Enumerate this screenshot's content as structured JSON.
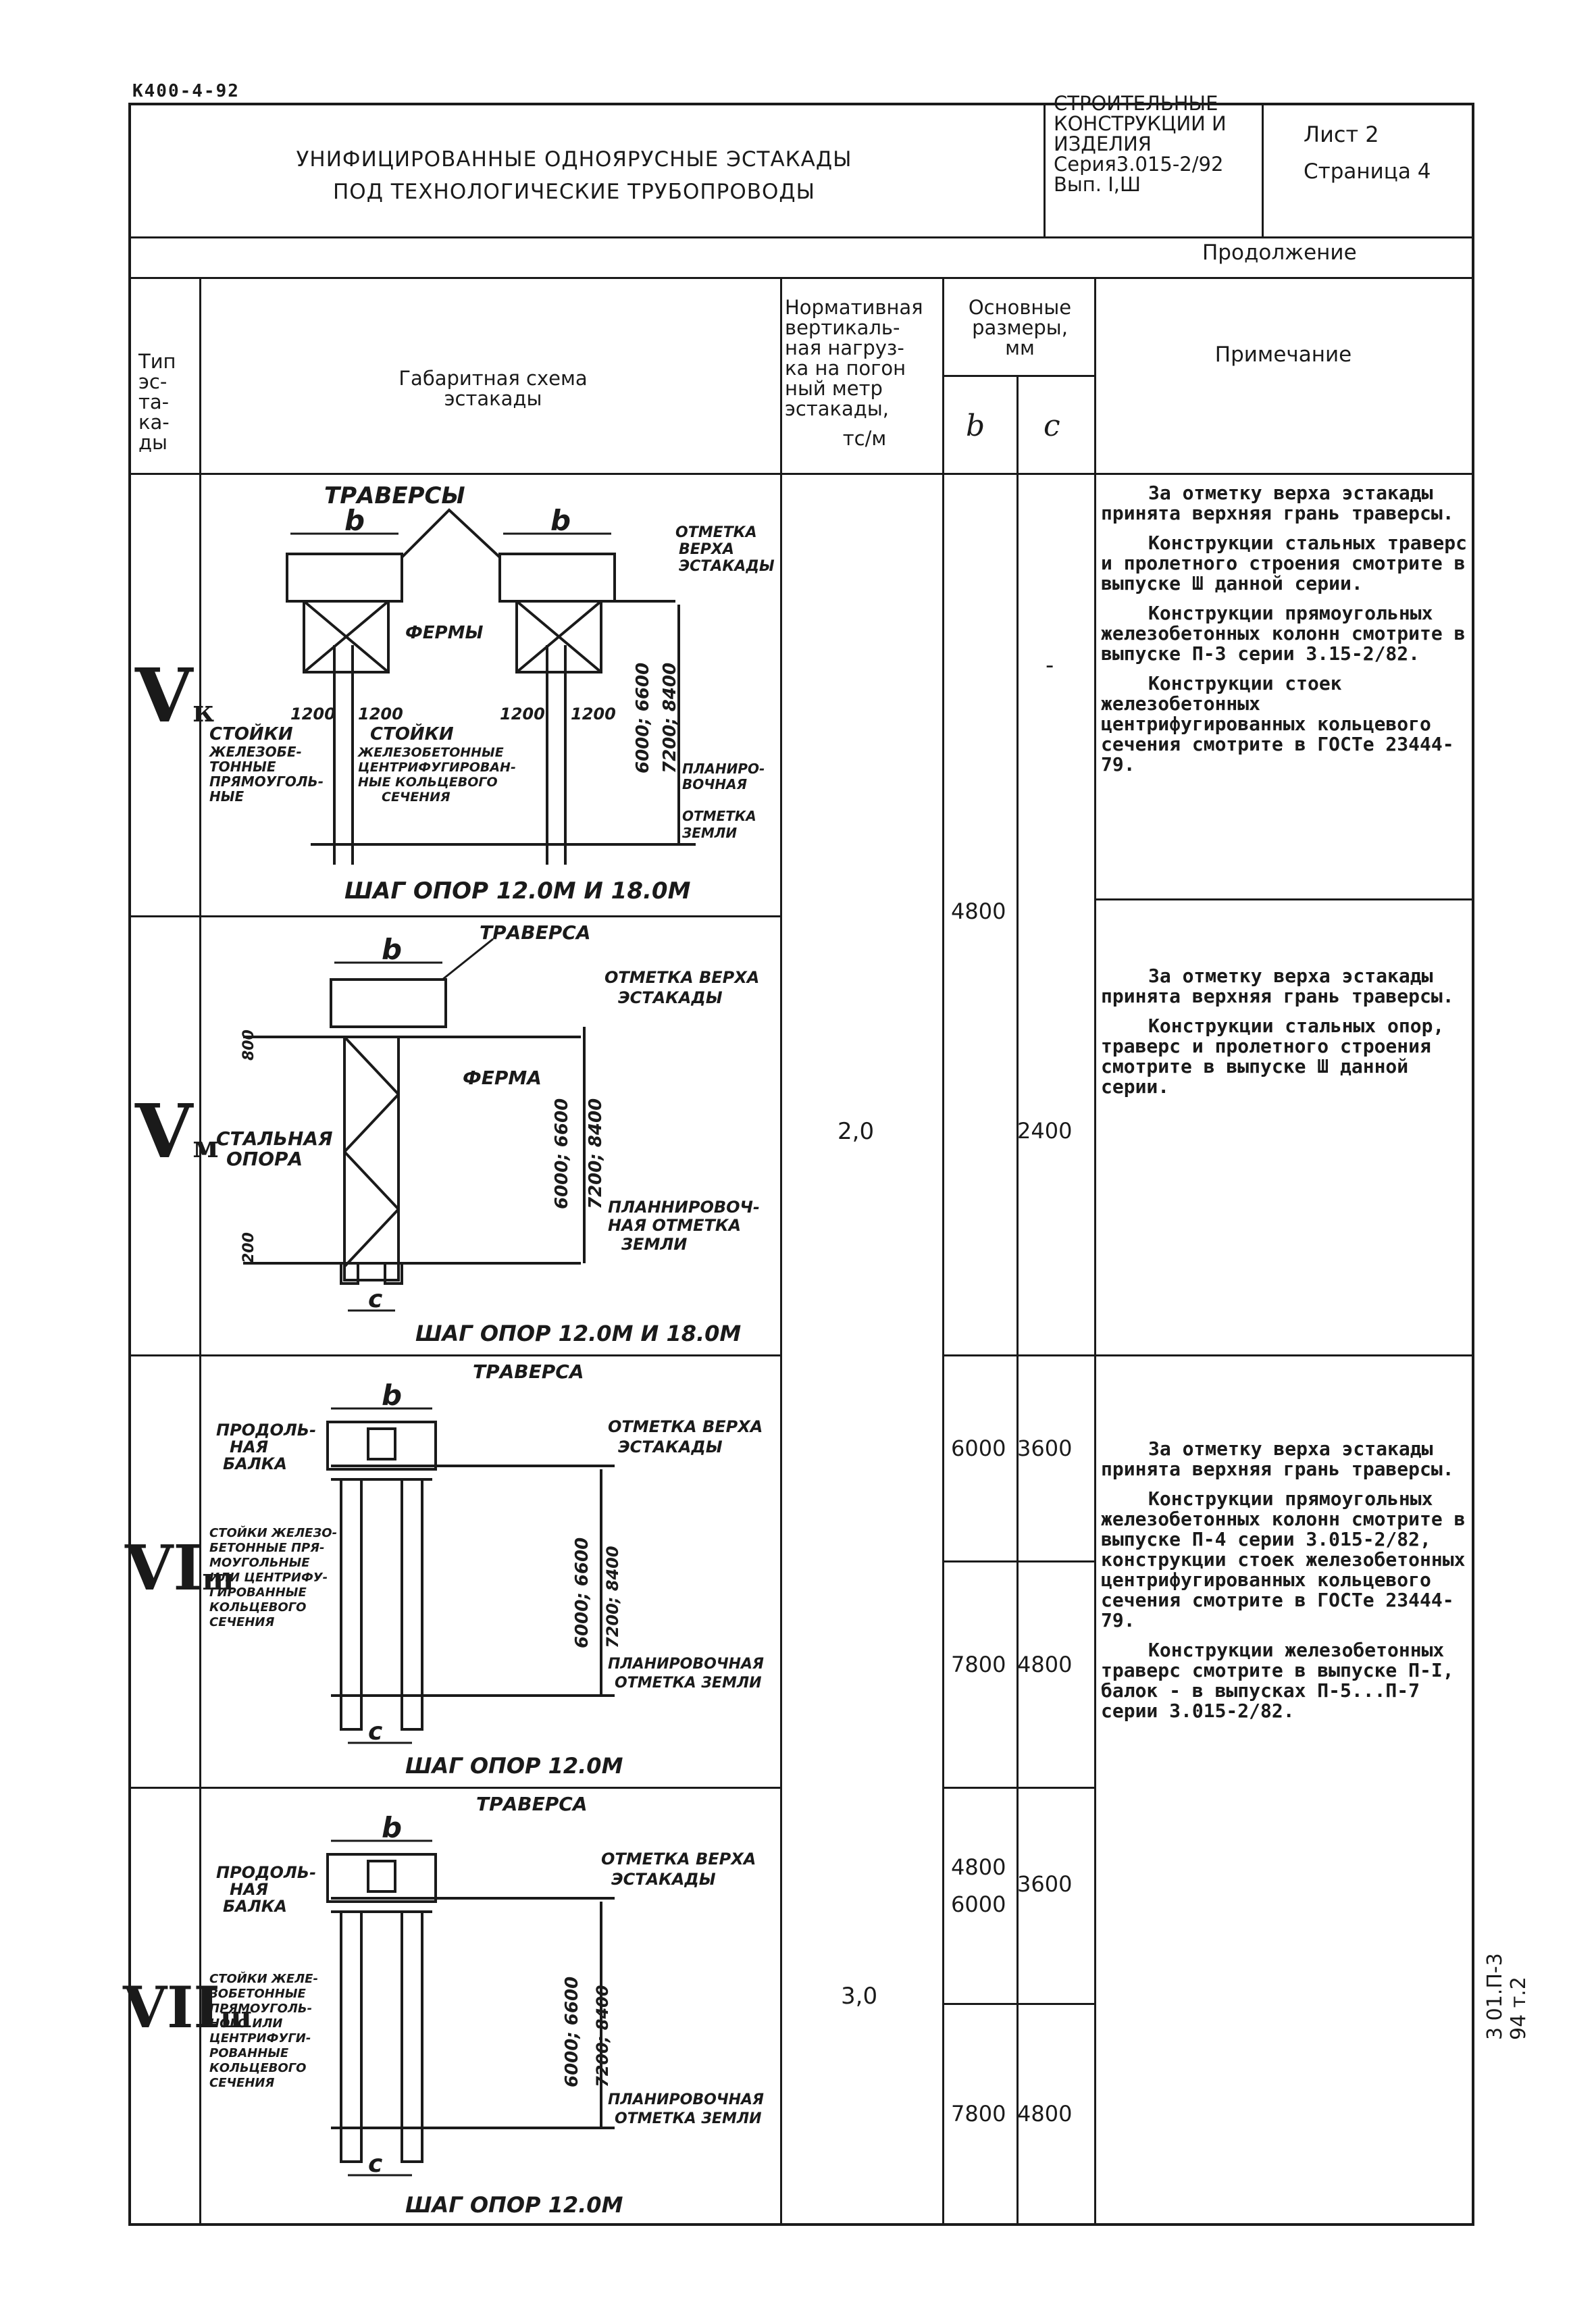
{
  "doc_code": "K400-4-92",
  "header": {
    "title_line1": "УНИФИЦИРОВАННЫЕ ОДНОЯРУСНЫЕ ЭСТАКАДЫ",
    "title_line2": "ПОД ТЕХНОЛОГИЧЕСКИЕ ТРУБОПРОВОДЫ",
    "series_lines": [
      "СТРОИТЕЛЬНЫЕ",
      "КОНСТРУКЦИИ И",
      "ИЗДЕЛИЯ",
      "Серия3.015-2/92",
      "Вып. I,Ш"
    ],
    "sheet": "Лист 2",
    "page": "Страница 4",
    "continuation": "Продолжение"
  },
  "columns": {
    "type": [
      "Тип",
      "эс-",
      "та-",
      "ка-",
      "ды"
    ],
    "scheme": [
      "Габаритная схема",
      "эстакады"
    ],
    "load": [
      "Нормативная",
      "вертикаль-",
      "ная нагруз-",
      "ка на погон",
      "ный метр",
      "эстакады,"
    ],
    "load_unit": "тс/м",
    "dims": [
      "Основные",
      "размеры,",
      "мм"
    ],
    "dim_b": "b",
    "dim_c": "c",
    "note": "Примечание"
  },
  "rows": [
    {
      "type": "V",
      "type_sub": "к",
      "c": "-",
      "notes": [
        "За отметку верха эстакады принята верхняя грань траверсы.",
        "Конструкции стальных траверс и пролетного строения смотрите в выпуске Ш данной серии.",
        "Конструкции прямоугольных железобетонных колонн смотрите в выпуске П-3 серии 3.15-2/82.",
        "Конструкции стоек железобетонных центрифугированных кольцевого сечения смотрите в ГОСТе 23444-79."
      ],
      "diagram": {
        "traverse": "ТРАВЕРСЫ",
        "mark_top": [
          "ОТМЕТКА",
          "ВЕРХА",
          "ЭСТАКАДЫ"
        ],
        "truss": "ФЕРМЫ",
        "posts_left": [
          "СТОЙКИ",
          "ЖЕЛЕЗОБЕ-",
          "ТОННЫЕ",
          "ПРЯМОУГОЛЬ-",
          "НЫЕ"
        ],
        "posts_mid": [
          "СТОЙКИ",
          "ЖЕЛЕЗОБЕТОННЫЕ",
          "ЦЕНТРИФУГИРОВАН-",
          "НЫЕ КОЛЬЦЕВОГО",
          "СЕЧЕНИЯ"
        ],
        "ground": [
          "ПЛАНИРО-",
          "ВОЧНАЯ",
          "ОТМЕТКА",
          "ЗЕМЛИ"
        ],
        "dim_1200": "1200",
        "heights": "6000; 6600",
        "heights2": "7200; 8400",
        "step": "ШАГ ОПОР 12.0М И 18.0М",
        "b": "b"
      }
    },
    {
      "type": "V",
      "type_sub": "м",
      "load": "2,0",
      "c": "2400",
      "notes": [
        "За отметку верха эстакады принята верхняя грань траверсы.",
        "Конструкции стальных опор, траверс и пролетного строения смотрите в выпуске Ш данной серии."
      ],
      "diagram": {
        "traverse": "ТРАВЕРСА",
        "mark_top": [
          "ОТМЕТКА ВЕРХА",
          "ЭСТАКАДЫ"
        ],
        "truss": "ФЕРМА",
        "support": [
          "СТАЛЬНАЯ",
          "ОПОРА"
        ],
        "ground": [
          "ПЛАННИРОВОЧ-",
          "НАЯ ОТМЕТКА",
          "ЗЕМЛИ"
        ],
        "dim_800": "800",
        "dim_200": "200",
        "heights": "6000; 6600",
        "heights2": "7200; 8400",
        "step": "ШАГ ОПОР 12.0М И 18.0М",
        "b": "b",
        "c": "c"
      }
    },
    {
      "type": "VI",
      "type_sub": "ш",
      "b1": "6000",
      "c1": "3600",
      "b2": "7800",
      "c2": "4800",
      "notes": [
        "За отметку верха эстакады принята верхняя грань траверсы.",
        "Конструкции прямоугольных железобетонных колонн смотрите в выпуске П-4 серии 3.015-2/82, конструкции стоек железобетонных центрифугированных кольцевого сечения смотрите в ГОСТе 23444-79.",
        "Конструкции железобетонных траверс смотрите в выпуске П-I, балок - в выпусках П-5...П-7 серии 3.015-2/82."
      ],
      "diagram": {
        "traverse": "ТРАВЕРСА",
        "beam": [
          "ПРОДОЛЬ-",
          "НАЯ",
          "БАЛКА"
        ],
        "mark_top": [
          "ОТМЕТКА ВЕРХА",
          "ЭСТАКАДЫ"
        ],
        "posts": [
          "СТОЙКИ ЖЕЛЕЗО-",
          "БЕТОННЫЕ ПРЯ-",
          "МОУГОЛЬНЫЕ",
          "ИЛИ ЦЕНТРИФУ-",
          "ГИРОВАННЫЕ",
          "КОЛЬЦЕВОГО",
          "СЕЧЕНИЯ"
        ],
        "ground": [
          "ПЛАНИРОВОЧНАЯ",
          "ОТМЕТКА ЗЕМЛИ"
        ],
        "heights": "6000; 6600",
        "heights2": "7200; 8400",
        "step": "ШАГ ОПОР 12.0М",
        "b": "b",
        "c": "c"
      }
    },
    {
      "type": "VII",
      "type_sub": "ш",
      "load": "3,0",
      "b1": "4800",
      "b1b": "6000",
      "c1": "3600",
      "b2": "7800",
      "c2": "4800",
      "diagram": {
        "traverse": "ТРАВЕРСА",
        "beam": [
          "ПРОДОЛЬ-",
          "НАЯ",
          "БАЛКА"
        ],
        "mark_top": [
          "ОТМЕТКА ВЕРХА",
          "ЭСТАКАДЫ"
        ],
        "posts": [
          "СТОЙКИ ЖЕЛЕ-",
          "ЗОБЕТОННЫЕ",
          "ПРЯМОУГОЛЬ-",
          "НОГО ИЛИ",
          "ЦЕНТРИФУГИ-",
          "РОВАННЫЕ",
          "КОЛЬЦЕВОГО",
          "СЕЧЕНИЯ"
        ],
        "ground": [
          "ПЛАНИРОВОЧНАЯ",
          "ОТМЕТКА ЗЕМЛИ"
        ],
        "heights": "6000; 6600",
        "heights2": "7200; 8400",
        "step": "ШАГ ОПОР 12.0М",
        "b": "b",
        "c": "c"
      }
    }
  ],
  "shared_b_top": "4800",
  "side_stamp": "3 01.П-3 94 т.2"
}
